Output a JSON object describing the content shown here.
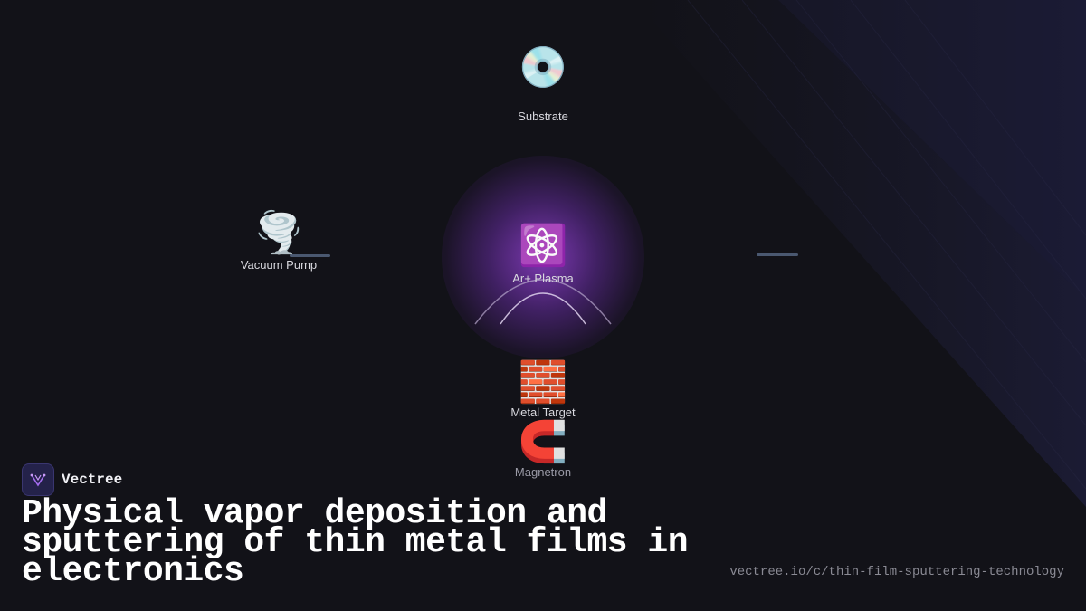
{
  "diagram": {
    "nodes": [
      {
        "id": "substrate",
        "emoji": "💿",
        "label": "Substrate"
      },
      {
        "id": "vacuum-pump",
        "emoji": "🌪️",
        "label": "Vacuum Pump"
      },
      {
        "id": "plasma",
        "emoji": "⚛️",
        "label": "Ar+ Plasma"
      },
      {
        "id": "metal-target",
        "emoji": "🧱",
        "label": "Metal Target"
      },
      {
        "id": "magnetron",
        "emoji": "🧲",
        "label": "Magnetron"
      }
    ]
  },
  "brand": {
    "name": "Vectree",
    "logo_icon": "vectree-logo-icon"
  },
  "title": "Physical vapor deposition and sputtering of thin metal films in electronics",
  "url": "vectree.io/c/thin-film-sputtering-technology",
  "colors": {
    "background": "#121218",
    "plasma": "#a046e6",
    "connector": "#4a5870"
  }
}
